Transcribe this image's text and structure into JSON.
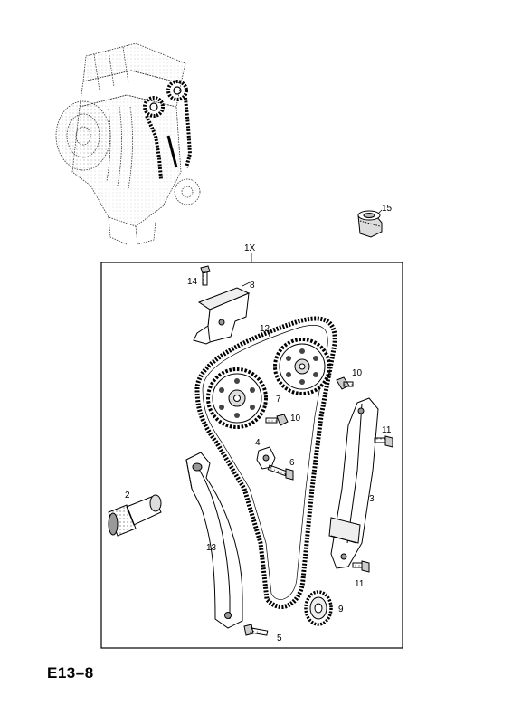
{
  "page_label": "E13–8",
  "assembly_label": "1X",
  "callouts": {
    "c2": "2",
    "c3": "3",
    "c4": "4",
    "c5": "5",
    "c6": "6",
    "c7": "7",
    "c8": "8",
    "c9": "9",
    "c10a": "10",
    "c10b": "10",
    "c11a": "11",
    "c11b": "11",
    "c12": "12",
    "c13": "13",
    "c14": "14",
    "c15": "15"
  }
}
